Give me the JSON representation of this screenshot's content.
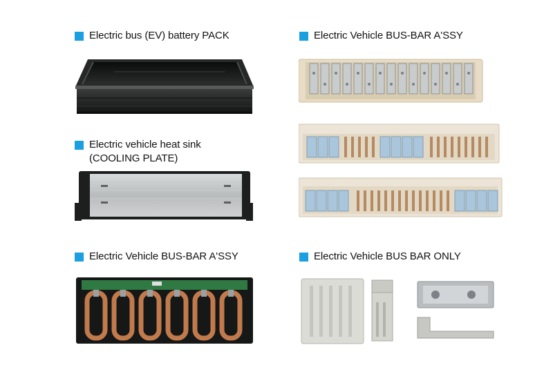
{
  "captions": {
    "battery_pack": "Electric bus (EV) battery PACK",
    "busbar_assy_top": "Electric Vehicle BUS-BAR A'SSY",
    "heat_sink_line1": "Electric vehicle heat sink",
    "heat_sink_line2": "(COOLING PLATE)",
    "busbar_assy_bottom": "Electric Vehicle BUS-BAR A'SSY",
    "busbar_only": "Electric Vehicle BUS BAR ONLY"
  },
  "colors": {
    "bullet": "#1aa0e0"
  },
  "icons": [
    "square-bullet-icon"
  ]
}
